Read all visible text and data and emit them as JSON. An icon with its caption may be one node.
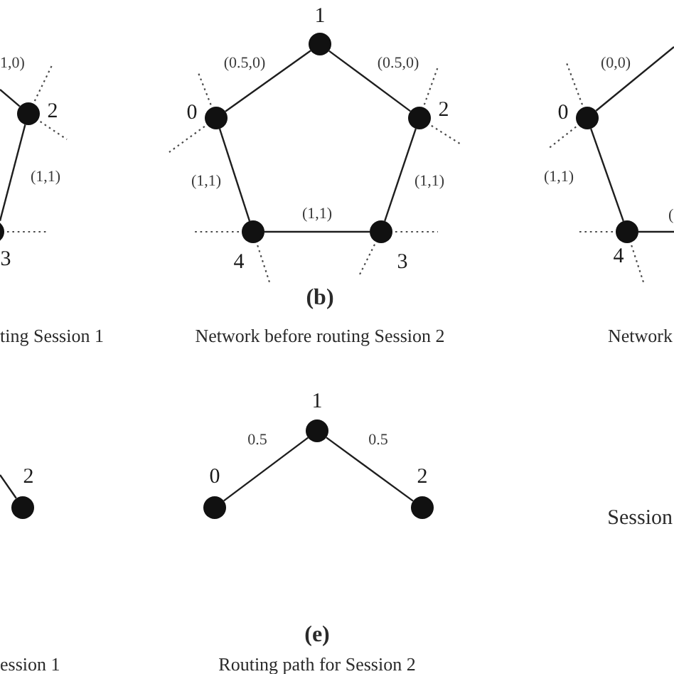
{
  "diagram": {
    "nodes": [
      {
        "text": [
          "2"
        ]
      },
      {
        "text": [
          "3"
        ]
      },
      {
        "text": [
          "1"
        ]
      },
      {
        "text": [
          "0"
        ]
      },
      {
        "text": [
          "2"
        ]
      },
      {
        "text": [
          "4"
        ]
      },
      {
        "text": [
          "3"
        ]
      },
      {
        "text": [
          "0"
        ]
      },
      {
        "text": [
          "4"
        ]
      },
      {
        "text": [
          "2"
        ]
      },
      {
        "text": [
          "1"
        ]
      },
      {
        "text": [
          "0"
        ]
      },
      {
        "text": [
          "2"
        ]
      }
    ],
    "edges": [
      {
        "from": null,
        "to": 0,
        "arrow": "none",
        "label": "1,0)"
      },
      {
        "from": 0,
        "to": 1,
        "arrow": "none",
        "label": "(1,1)"
      },
      {
        "from": 3,
        "to": 2,
        "arrow": "none",
        "label": "(0.5,0)"
      },
      {
        "from": 2,
        "to": 4,
        "arrow": "none",
        "label": "(0.5,0)"
      },
      {
        "from": 3,
        "to": 5,
        "arrow": "none",
        "label": "(1,1)"
      },
      {
        "from": 4,
        "to": 6,
        "arrow": "none",
        "label": "(1,1)"
      },
      {
        "from": 5,
        "to": 6,
        "arrow": "none",
        "label": "(1,1)"
      },
      {
        "from": 7,
        "to": null,
        "arrow": "none",
        "label": "(0,0)"
      },
      {
        "from": 7,
        "to": 8,
        "arrow": "none",
        "label": "(1,1)"
      },
      {
        "from": 8,
        "to": null,
        "arrow": "none",
        "label": "("
      },
      {
        "from": null,
        "to": 9,
        "arrow": "none"
      },
      {
        "from": 10,
        "to": 11,
        "arrow": "none",
        "label": "0.5"
      },
      {
        "from": 10,
        "to": 12,
        "arrow": "none",
        "label": "0.5"
      },
      {
        "from": 0,
        "to": null,
        "arrow": "none",
        "style": "dashed"
      },
      {
        "from": 0,
        "to": null,
        "arrow": "none",
        "style": "dashed"
      },
      {
        "from": 1,
        "to": null,
        "arrow": "none",
        "style": "dashed"
      },
      {
        "from": 3,
        "to": null,
        "arrow": "none",
        "style": "dashed"
      },
      {
        "from": 3,
        "to": null,
        "arrow": "none",
        "style": "dashed"
      },
      {
        "from": 4,
        "to": null,
        "arrow": "none",
        "style": "dashed"
      },
      {
        "from": 4,
        "to": null,
        "arrow": "none",
        "style": "dashed"
      },
      {
        "from": 5,
        "to": null,
        "arrow": "none",
        "style": "dashed"
      },
      {
        "from": 5,
        "to": null,
        "arrow": "none",
        "style": "dashed"
      },
      {
        "from": 6,
        "to": null,
        "arrow": "none",
        "style": "dashed"
      },
      {
        "from": 6,
        "to": null,
        "arrow": "none",
        "style": "dashed"
      },
      {
        "from": 7,
        "to": null,
        "arrow": "none",
        "style": "dashed"
      },
      {
        "from": 7,
        "to": null,
        "arrow": "none",
        "style": "dashed"
      },
      {
        "from": 8,
        "to": null,
        "arrow": "none",
        "style": "dashed"
      },
      {
        "from": 8,
        "to": null,
        "arrow": "none",
        "style": "dashed"
      }
    ],
    "labels": [
      "(b)",
      "ting Session 1",
      "Network before routing Session 2",
      "Network",
      "Session",
      "(e)",
      "ession 1",
      "Routing path for Session 2"
    ]
  }
}
